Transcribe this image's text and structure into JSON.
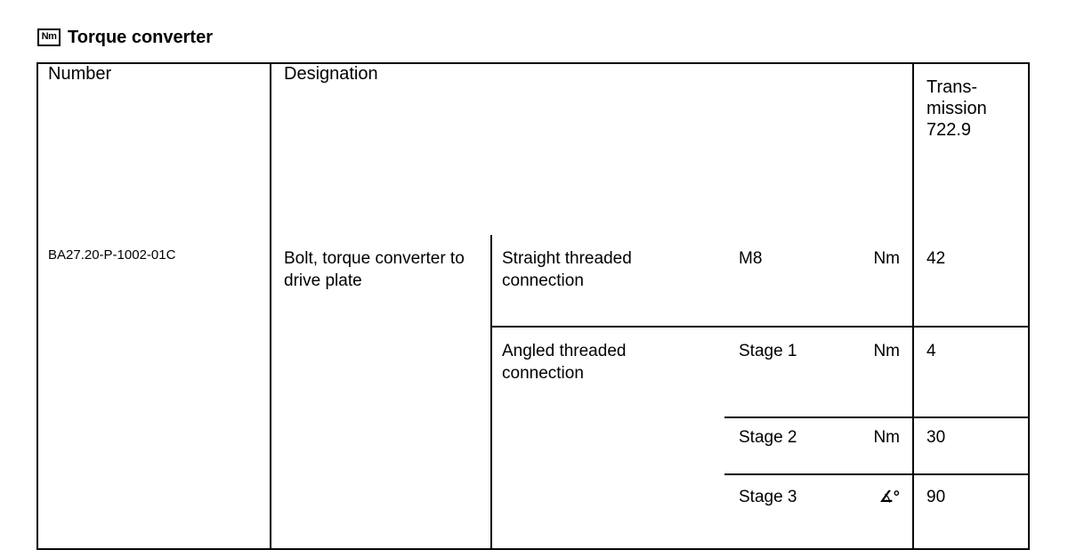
{
  "header": {
    "icon_text": "Nm",
    "title": "Torque converter"
  },
  "table": {
    "columns": {
      "number": "Number",
      "designation": "Designation",
      "transmission": "Trans-\nmission\n722.9"
    },
    "number": "BA27.20-P-1002-01C",
    "designation": "Bolt, torque converter to drive plate",
    "rows": [
      {
        "connection": "Straight threaded connection",
        "spec": "M8",
        "unit": "Nm",
        "value": "42"
      },
      {
        "connection": "Angled threaded connection",
        "spec": "Stage 1",
        "unit": "Nm",
        "value": "4"
      },
      {
        "connection": "",
        "spec": "Stage 2",
        "unit": "Nm",
        "value": "30"
      },
      {
        "connection": "",
        "spec": "Stage 3",
        "unit_icon": "angle-degree-icon",
        "unit": "∡°",
        "value": "90"
      }
    ]
  }
}
